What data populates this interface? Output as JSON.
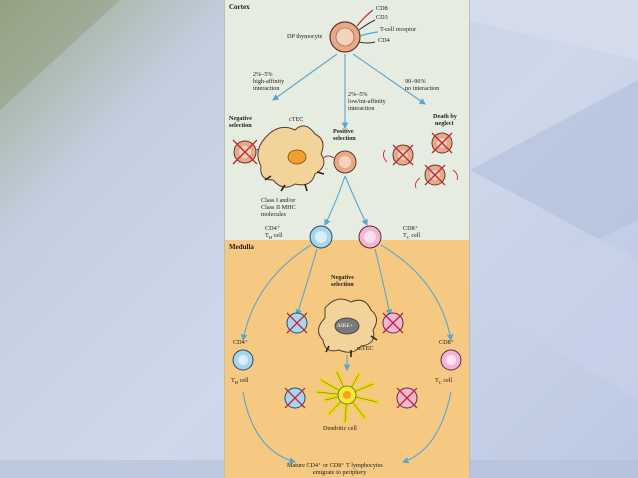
{
  "figure": {
    "regions": {
      "cortex": "Cortex",
      "medulla": "Medulla"
    },
    "labels": {
      "cd8_top": "CD8",
      "cd3": "CD3",
      "tcr": "T-cell receptor",
      "cd4_top": "CD4",
      "dp_thymocyte": "DP thymocyte",
      "high_affinity_1": "2%–5%",
      "high_affinity_2": "high-affinity",
      "high_affinity_3": "interaction",
      "low_affinity_1": "2%–5%",
      "low_affinity_2": "low/int-affinity",
      "low_affinity_3": "interaction",
      "no_interaction_1": "90–96%",
      "no_interaction_2": "no interaction",
      "neg_selection_1": "Negative",
      "neg_selection_2": "selection",
      "ctec": "cTEC",
      "pos_selection_1": "Positive",
      "pos_selection_2": "selection",
      "death_1": "Death by",
      "death_2": "neglect",
      "mhc_1": "Class I and/or",
      "mhc_2": "Class II MHC",
      "mhc_3": "molecules",
      "cd4_th_1": "CD4⁺",
      "cd4_th_2": "T",
      "cd4_th_sub": "H",
      "cd4_th_3": " cell",
      "cd8_tc_1": "CD8⁺",
      "cd8_tc_2": "T",
      "cd8_tc_sub": "C",
      "cd8_tc_3": " cell",
      "med_neg_1": "Negative",
      "med_neg_2": "selection",
      "aire": "AIRE+",
      "mtec": "mTEC",
      "left_cd4": "CD4⁺",
      "left_th": "T",
      "left_th_sub": "H",
      "left_th_cell": " cell",
      "right_cd8": "CD8⁺",
      "right_tc": "T",
      "right_tc_sub": "C",
      "right_tc_cell": " cell",
      "dendritic": "Dendritic cell",
      "emigrate_1": "Mature CD4⁺ or CD8⁺ T lymphocytes",
      "emigrate_2": "emigrate to periphery"
    },
    "colors": {
      "cortex_bg": "#e6ede0",
      "medulla_bg": "#f6c983",
      "arrow": "#5aa6cf",
      "thymocyte_fill": "#e8a989",
      "th_cell_fill": "#a6d6ef",
      "tc_cell_fill": "#f3b6d4",
      "ctec_fill": "#f2d49a",
      "dendritic_fill": "#f2e838",
      "cross": "#c9243a"
    }
  }
}
